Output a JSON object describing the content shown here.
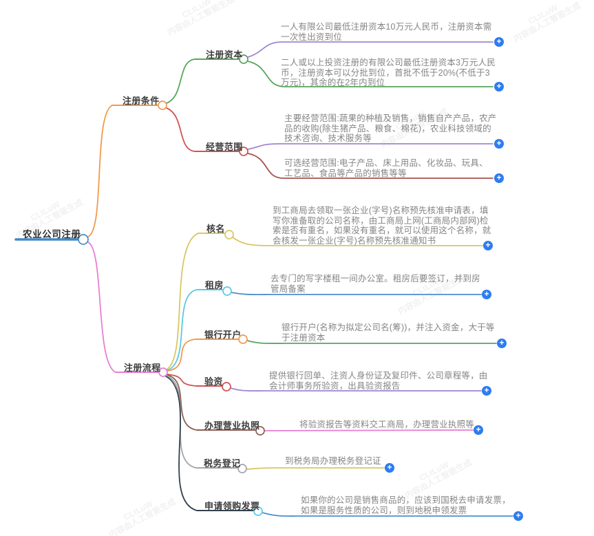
{
  "nodes": {
    "root": "农业公司注册",
    "conditions": "注册条件",
    "process": "注册流程",
    "capital": "注册资本",
    "scope": "经营范围",
    "name_check": "核名",
    "rent": "租房",
    "bank": "银行开户",
    "verify": "验资",
    "license": "办理营业执照",
    "tax": "税务登记",
    "invoice": "申请领购发票"
  },
  "leaves": {
    "capital_1": "一人有限公司最低注册资本10万元人民币，注册资本需一次性出资到位",
    "capital_2": "二人或以上投资注册的有限公司最低注册资本3万元人民币，注册资本可以分批到位，首批不低于20%(不低于3万元)，其余的在2年内到位",
    "scope_main": "主要经营范围:蔬果的种植及销售，销售自产产品，农产品的收购(除生猪产品、粮食、棉花)，农业科技领域的技术咨询、技术服务等",
    "scope_optional": "可选经营范围:电子产品、床上用品、化妆品、玩具、工艺品、食品等产品的销售等等",
    "name_check": "到工商局去领取一张企业(字号)名称预先核准申请表，填写你准备取的公司名称，由工商局上网(工商局内部网)检索是否有重名，如果没有重名，就可以使用这个名称，就会核发一张企业(字号)名称预先核准通知书",
    "rent": "去专门的写字楼租一间办公室。租房后要签订，并到房管局备案",
    "bank": "银行开户(名称为拟定公司名(筹))，并注入资金，大于等于注册资本",
    "verify": "提供银行回单、注资人身份证及复印件、公司章程等，由会计师事务所验资，出具验资报告",
    "license": "将验资报告等资料交工商局，办理营业执照等",
    "tax": "到税务局办理税务登记证",
    "invoice": "如果你的公司是销售商品的，应该到国税去申请发票，如果是服务性质的公司，则到地税申领发票"
  },
  "ui": {
    "expand_glyph": "+"
  },
  "watermark": {
    "brand": "CLtLuW",
    "notice": "内容由人工智能生成"
  },
  "colors": {
    "root_underline": "#4289c7",
    "orange": "#f09a4b",
    "green": "#58a55f",
    "red": "#cf5252",
    "dark_red": "#a8524c",
    "purple": "#9f86d3",
    "pink": "#e77fd2",
    "yellow": "#d8c763",
    "cyan": "#5bc8e6",
    "steel_blue": "#4a8ecd",
    "brown": "#8d6054",
    "gray": "#a1a6ab",
    "dark_navy": "#33414e",
    "expand_button": "#2e7cf0",
    "leaf_text": "#858585",
    "label_text": "#3c3c3c"
  }
}
